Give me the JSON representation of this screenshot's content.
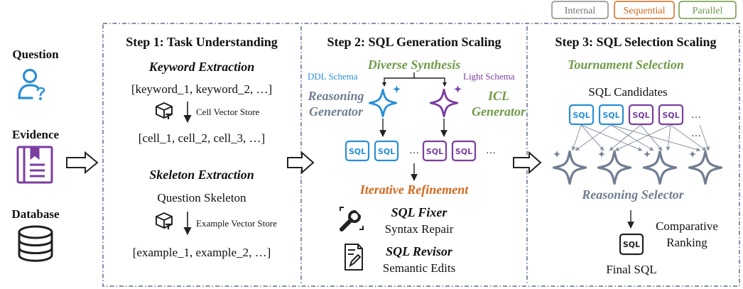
{
  "legend": {
    "internal": "Internal",
    "sequential": "Sequential",
    "parallel": "Parallel"
  },
  "inputs": {
    "question": "Question",
    "evidence": "Evidence",
    "database": "Database"
  },
  "step1": {
    "title": "Step 1: Task Understanding",
    "keyword_title": "Keyword Extraction",
    "keywords": "[keyword_1, keyword_2, …]",
    "cell_store": "Cell Vector Store",
    "cells": "[cell_1, cell_2, cell_3, …]",
    "skeleton_title": "Skeleton Extraction",
    "question_skeleton": "Question Skeleton",
    "example_store": "Example Vector Store",
    "examples": "[example_1, example_2, …]"
  },
  "step2": {
    "title": "Step 2: SQL Generation Scaling",
    "diverse": "Diverse Synthesis",
    "ddl": "DDL Schema",
    "light": "Light Schema",
    "reasoning_gen_1": "Reasoning",
    "reasoning_gen_2": "Generator",
    "icl_gen_1": "ICL",
    "icl_gen_2": "Generator",
    "sql": "SQL",
    "ellipsis": "…",
    "iterative": "Iterative Refinement",
    "fixer": "SQL Fixer",
    "syntax": "Syntax Repair",
    "revisor": "SQL Revisor",
    "semantic": "Semantic Edits"
  },
  "step3": {
    "title": "Step 3: SQL Selection Scaling",
    "tournament": "Tournament Selection",
    "candidates": "SQL Candidates",
    "sql": "SQL",
    "ellipsis": "…",
    "selector": "Reasoning Selector",
    "comparative_1": "Comparative",
    "comparative_2": "Ranking",
    "final": "Final SQL"
  },
  "colors": {
    "blue": "#2a8fd6",
    "purple": "#7a3ea0",
    "green": "#6f9a47",
    "orange": "#d2691e",
    "gray": "#707d91",
    "dash": "#5c6f8e"
  }
}
